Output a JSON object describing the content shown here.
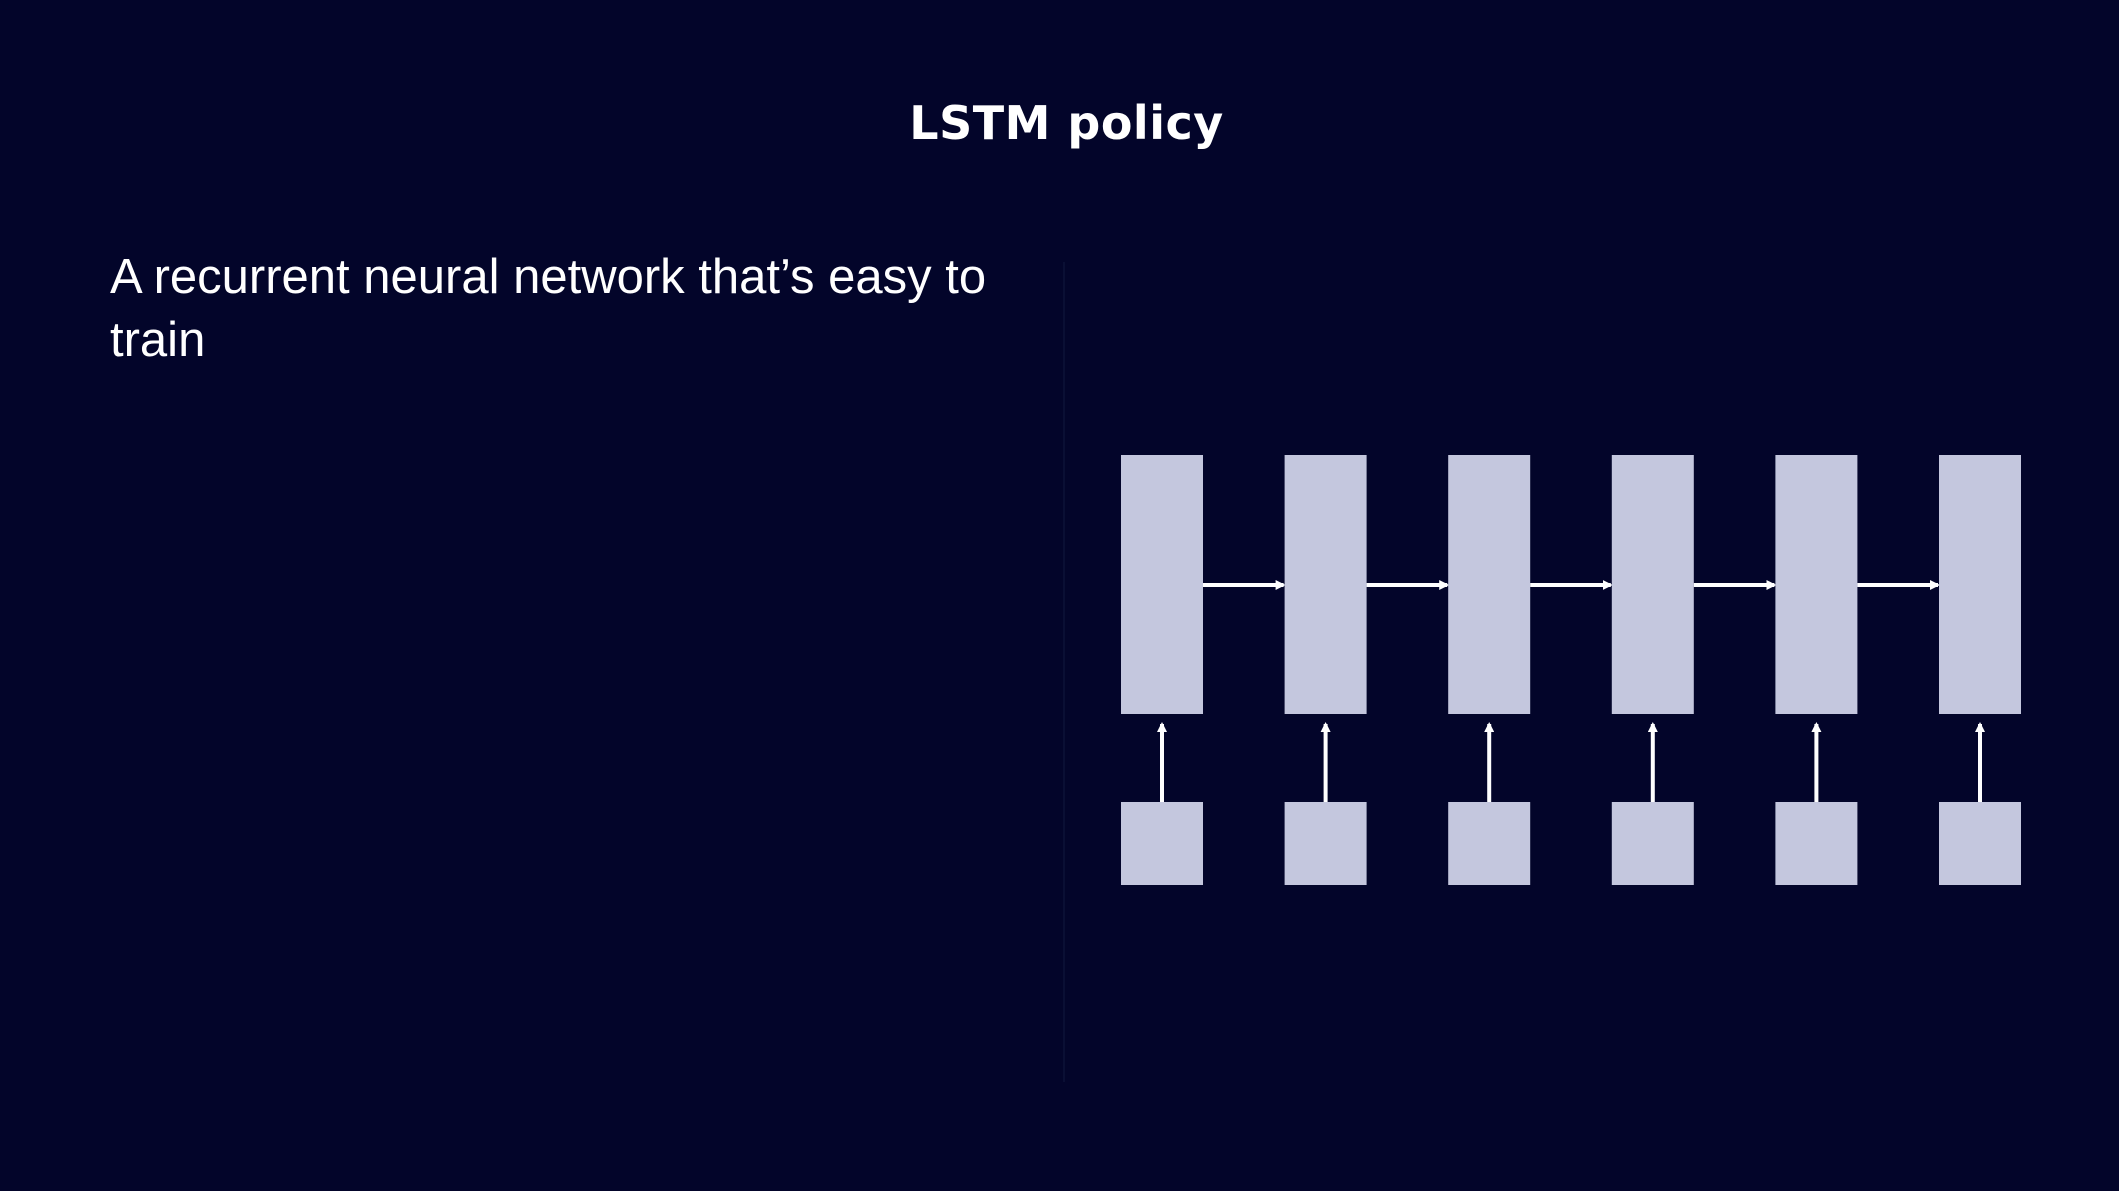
{
  "slide": {
    "title": "LSTM policy",
    "body_text": "A recurrent neural network that’s easy to train"
  },
  "diagram": {
    "kind": "unrolled-recurrent-network",
    "timesteps": 6,
    "colors": {
      "background": "#03052a",
      "block": "#c4c7de",
      "arrow": "#ffffff"
    }
  }
}
